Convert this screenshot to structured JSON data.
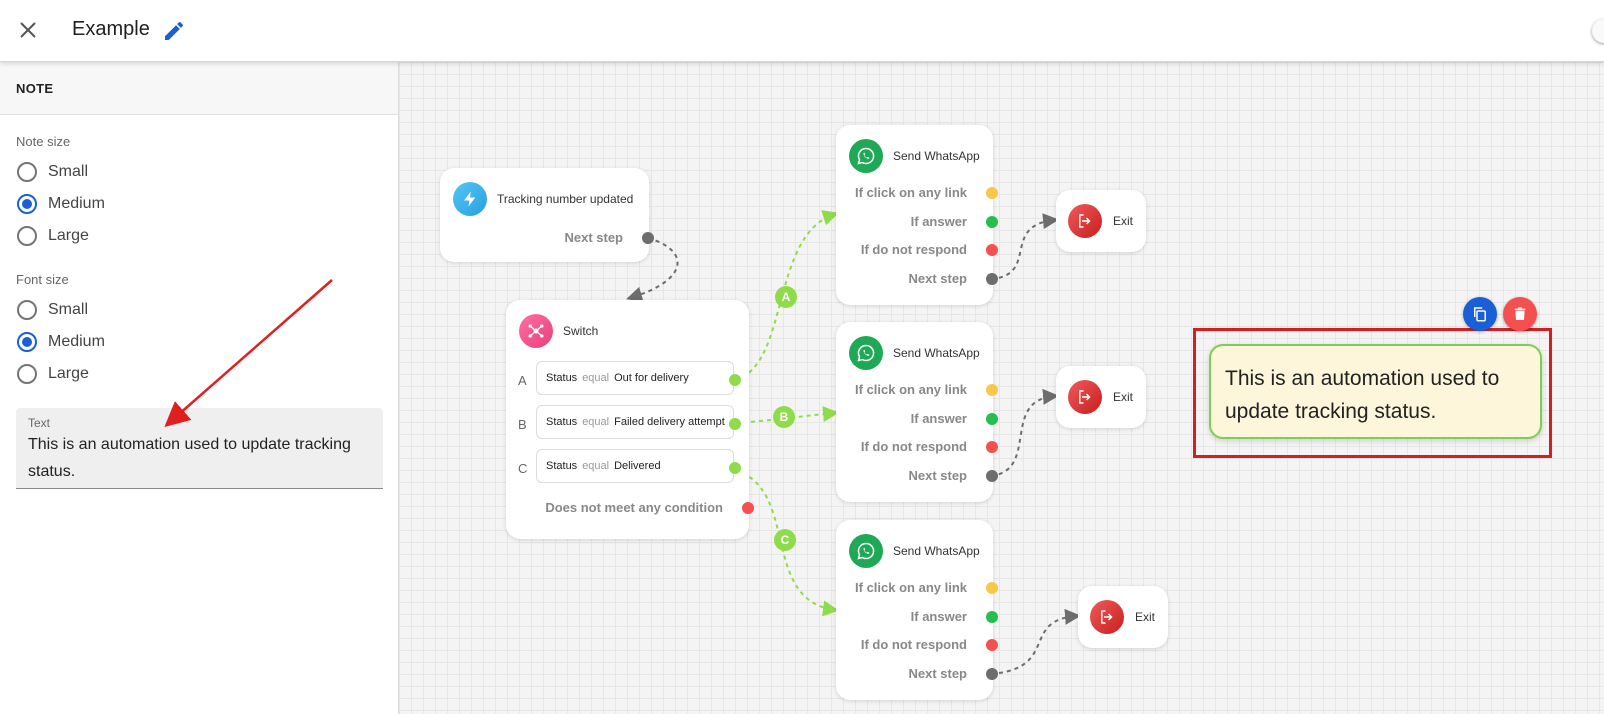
{
  "header": {
    "title": "Example"
  },
  "sidebar": {
    "section_title": "NOTE",
    "note_size": {
      "label": "Note size",
      "options": [
        "Small",
        "Medium",
        "Large"
      ],
      "selected": "Medium"
    },
    "font_size": {
      "label": "Font size",
      "options": [
        "Small",
        "Medium",
        "Large"
      ],
      "selected": "Medium"
    },
    "text_field": {
      "label": "Text",
      "value": "This is an automation used to update tracking status."
    }
  },
  "flow": {
    "trigger": {
      "title": "Tracking number updated",
      "port": "Next step"
    },
    "switch": {
      "title": "Switch",
      "conditions": [
        {
          "letter": "A",
          "key": "Status",
          "op": "equal",
          "value": "Out for delivery"
        },
        {
          "letter": "B",
          "key": "Status",
          "op": "equal",
          "value": "Failed delivery attempt"
        },
        {
          "letter": "C",
          "key": "Status",
          "op": "equal",
          "value": "Delivered"
        }
      ],
      "fallback": "Does not meet any condition"
    },
    "whatsapp_nodes": [
      {
        "title": "Send WhatsApp",
        "ports": [
          "If click on any link",
          "If answer",
          "If do not respond",
          "Next step"
        ]
      },
      {
        "title": "Send WhatsApp",
        "ports": [
          "If click on any link",
          "If answer",
          "If do not respond",
          "Next step"
        ]
      },
      {
        "title": "Send WhatsApp",
        "ports": [
          "If click on any link",
          "If answer",
          "If do not respond",
          "Next step"
        ]
      }
    ],
    "exit_nodes": [
      {
        "label": "Exit"
      },
      {
        "label": "Exit"
      },
      {
        "label": "Exit"
      }
    ],
    "edge_labels": [
      "A",
      "B",
      "C"
    ]
  },
  "note": {
    "text": "This is an automation used to update tracking status."
  },
  "colors": {
    "accent": "#1a5fd6",
    "port_link": "#f8c84a",
    "port_answer": "#23c04e",
    "port_no_response": "#f55050",
    "port_next": "#6d6d6d",
    "port_switch": "#8fdc4a",
    "note_border": "#7ccf55",
    "note_bg": "#fdf6db",
    "highlight": "#d41f1f"
  },
  "icons": {
    "close": "close-icon",
    "edit": "pencil-icon",
    "trigger": "lightning-icon",
    "switch": "switch-hub-icon",
    "whatsapp": "whatsapp-icon",
    "exit": "exit-icon",
    "copy": "copy-icon",
    "delete": "trash-icon"
  }
}
